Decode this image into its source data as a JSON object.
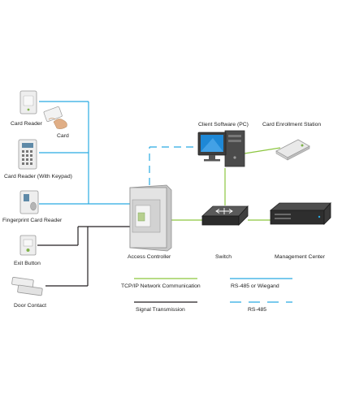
{
  "devices": {
    "card_reader": "Card Reader",
    "card": "Card",
    "card_reader_keypad": "Card Reader (With Keypad)",
    "fingerprint_reader": "Fingerprint Card Reader",
    "exit_button": "Exit Button",
    "door_contact": "Door Contact",
    "access_controller": "Access Controller",
    "client_software": "Client Software (PC)",
    "enrollment_station": "Card Enrollment Station",
    "switch": "Switch",
    "management_center": "Management Center"
  },
  "legend": {
    "tcpip": "TCP/IP Network Communication",
    "rs485_wiegand": "RS-485 or Wiegand",
    "signal": "Signal Transmission",
    "rs485": "RS-485"
  },
  "colors": {
    "tcpip": "#8cc63f",
    "rs485_wiegand": "#29abe2",
    "signal": "#231f20",
    "rs485": "#29abe2"
  }
}
